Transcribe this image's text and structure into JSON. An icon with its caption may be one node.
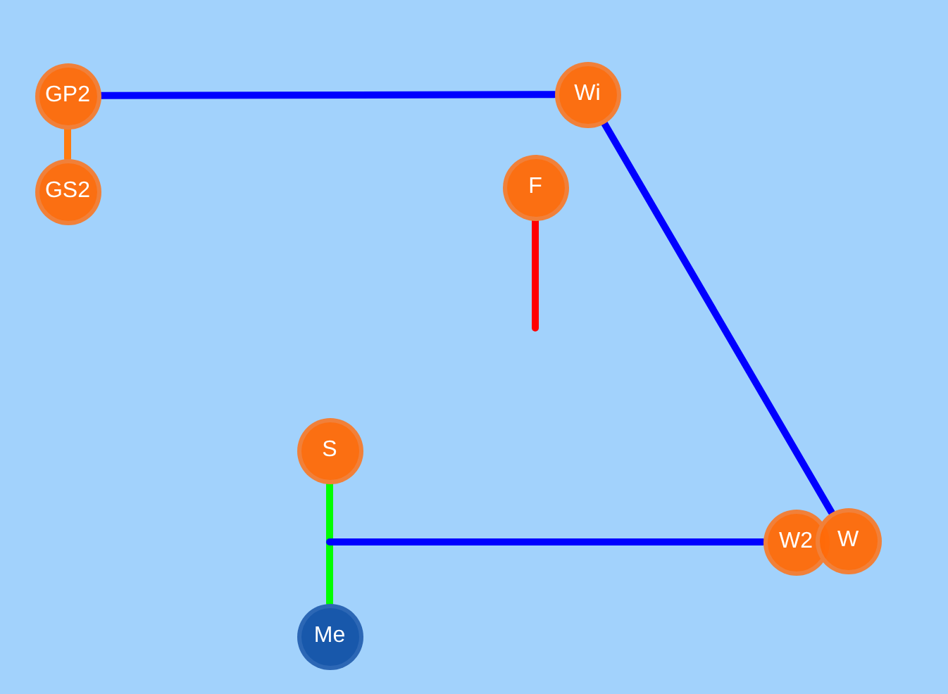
{
  "diagram": {
    "nodes": [
      {
        "text": [
          "GP2"
        ]
      },
      {
        "text": [
          "Wi"
        ]
      },
      {
        "text": [
          "GS2"
        ]
      },
      {
        "text": [
          "F"
        ]
      },
      {
        "text": [
          "S"
        ]
      },
      {
        "text": [
          "W2"
        ]
      },
      {
        "text": [
          "W"
        ]
      },
      {
        "text": [
          "Me"
        ]
      }
    ],
    "edges": [
      {
        "from": 0,
        "to": 1,
        "arrow": "none"
      },
      {
        "from": 0,
        "to": 2,
        "arrow": "none",
        "color": "#ff7a10"
      },
      {
        "from": 1,
        "to": 6,
        "arrow": "none"
      },
      {
        "from": 3,
        "to": null,
        "arrow": "none",
        "color": "#ff0000"
      },
      {
        "from": 4,
        "to": 7,
        "arrow": "none",
        "color": "#00ff00"
      },
      {
        "from": null,
        "to": 5,
        "arrow": "none"
      }
    ]
  }
}
